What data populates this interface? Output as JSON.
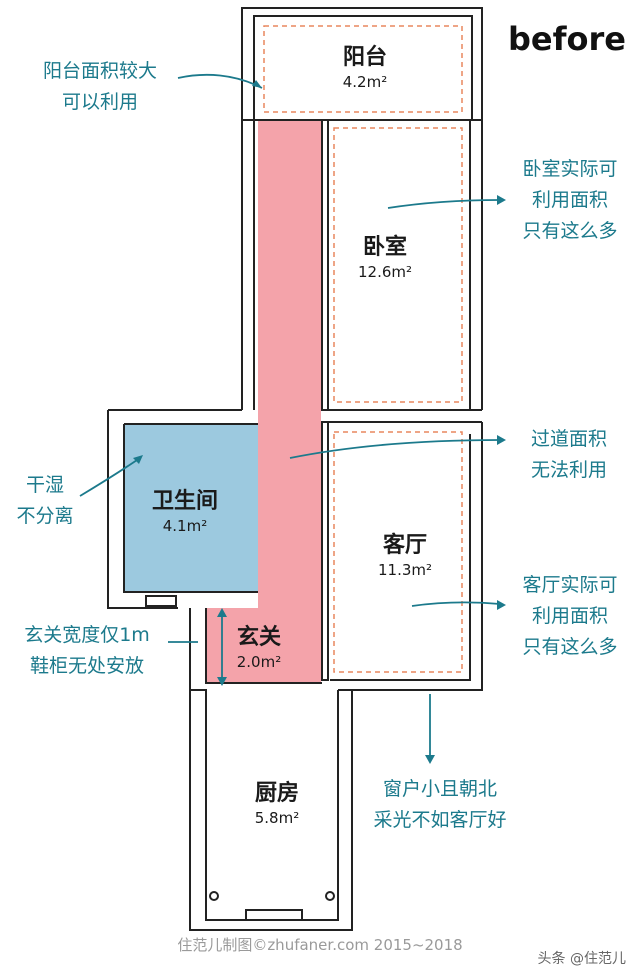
{
  "title": "before",
  "rooms": {
    "balcony": {
      "name": "阳台",
      "area": "4.2m²"
    },
    "bedroom": {
      "name": "卧室",
      "area": "12.6m²"
    },
    "bathroom": {
      "name": "卫生间",
      "area": "4.1m²"
    },
    "living": {
      "name": "客厅",
      "area": "11.3m²"
    },
    "entrance": {
      "name": "玄关",
      "area": "2.0m²"
    },
    "kitchen": {
      "name": "厨房",
      "area": "5.8m²"
    }
  },
  "notes": {
    "balcony": [
      "阳台面积较大",
      "可以利用"
    ],
    "bedroom": [
      "卧室实际可",
      "利用面积",
      "只有这么多"
    ],
    "corridor": [
      "过道面积",
      "无法利用"
    ],
    "bathroom": [
      "干湿",
      "不分离"
    ],
    "entrance": [
      "玄关宽度仅1m",
      "鞋柜无处安放"
    ],
    "living": [
      "客厅实际可",
      "利用面积",
      "只有这么多"
    ],
    "window": [
      "窗户小且朝北",
      "采光不如客厅好"
    ]
  },
  "footer": "住范儿制图©zhufaner.com 2015~2018",
  "watermark": "头条 @住范儿",
  "colors": {
    "corridor": "#f4a3aa",
    "bathroom": "#9cc9df",
    "wall": "#222222",
    "dashed": "#e8875f",
    "annotation": "#1c7a8c"
  }
}
